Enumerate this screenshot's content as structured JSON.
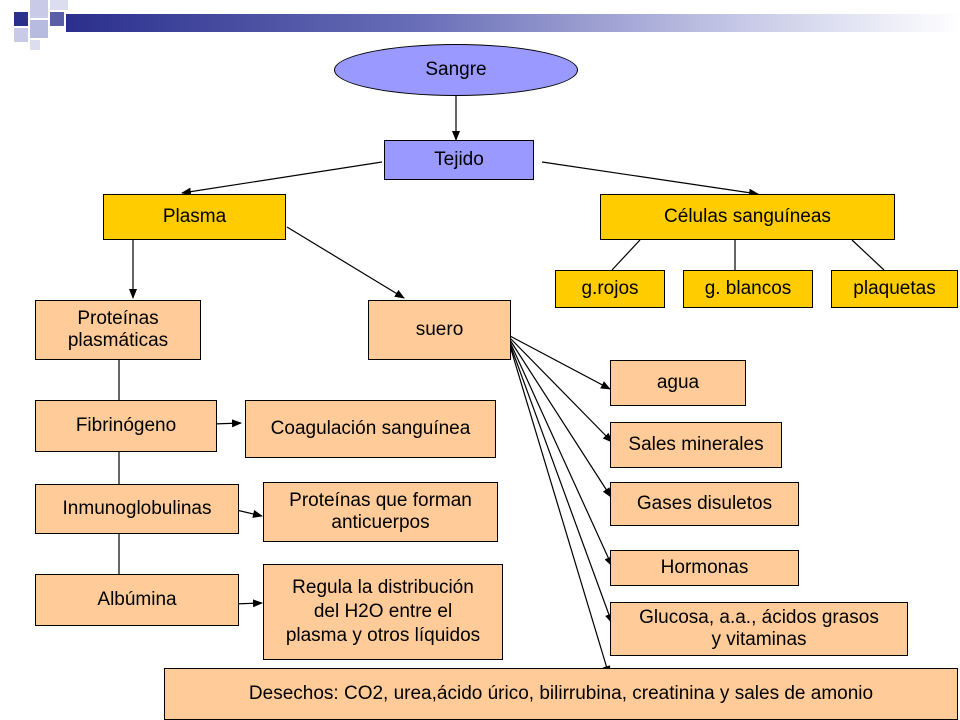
{
  "title_decoration": {
    "bar_color": "#2b2f8c",
    "accent_color": "#a8abd9"
  },
  "nodes": {
    "sangre": "Sangre",
    "tejido": "Tejido",
    "plasma": "Plasma",
    "celulas": "Células sanguíneas",
    "g_rojos": "g.rojos",
    "g_blancos": "g. blancos",
    "plaquetas": "plaquetas",
    "proteinas": "Proteínas\nplasmáticas",
    "suero": "suero",
    "fibrinogeno": "Fibrinógeno",
    "coagulacion": "Coagulación sanguínea",
    "inmuno": "Inmunoglobulinas",
    "anticuerpos": "Proteínas que forman\nanticuerpos",
    "albumina": "Albúmina",
    "regula": "Regula la distribución\ndel H2O entre el\nplasma y otros líquidos",
    "agua": "agua",
    "sales": "Sales minerales",
    "gases": "Gases disuletos",
    "hormonas": "Hormonas",
    "glucosa": "Glucosa, a.a., ácidos grasos\ny vitaminas",
    "desechos": "Desechos: CO2, urea,ácido úrico, bilirrubina, creatinina y sales de amonio"
  },
  "colors": {
    "oval": "#9999ff",
    "box_blue": "#9999ff",
    "box_yellow": "#ffcc00",
    "box_peach": "#ffcc99",
    "arrow": "#000000"
  }
}
